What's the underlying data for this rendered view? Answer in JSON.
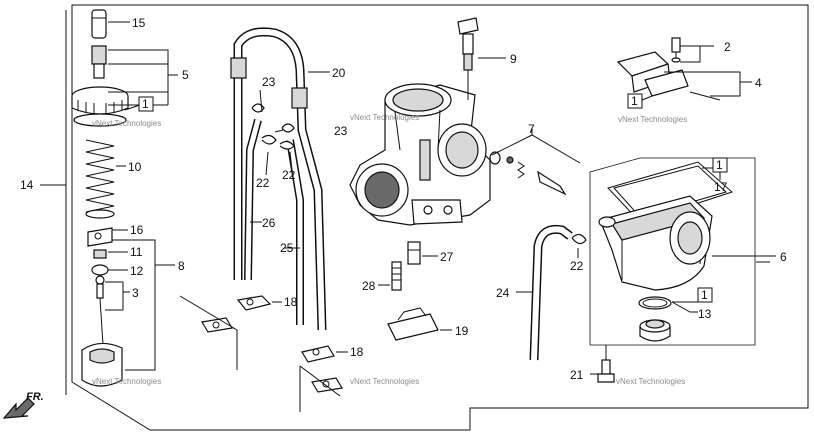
{
  "callouts": {
    "c15": "15",
    "c5": "5",
    "c1a": "1",
    "c10": "10",
    "c14": "14",
    "c16": "16",
    "c11": "11",
    "c12": "12",
    "c8": "8",
    "c3": "3",
    "c23a": "23",
    "c20": "20",
    "c23b": "23",
    "c22a": "22",
    "c22b": "22",
    "c26": "26",
    "c25": "25",
    "c18a": "18",
    "c18b": "18",
    "c9": "9",
    "c7": "7",
    "c27": "27",
    "c28": "28",
    "c19": "19",
    "c2": "2",
    "c4": "4",
    "c1b": "1",
    "c17": "17",
    "c6": "6",
    "c24": "24",
    "c22c": "22",
    "c1c": "1",
    "c13": "13",
    "c21": "21"
  },
  "watermark": "vNext Technologies",
  "direction_label": "FR."
}
